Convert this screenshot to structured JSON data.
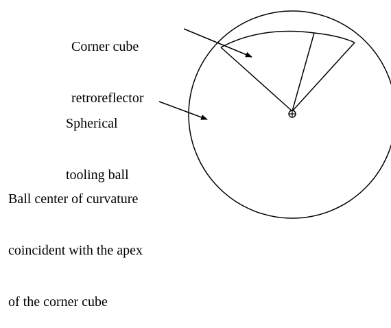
{
  "labels": {
    "corner_cube": [
      "Corner cube",
      "retroreflector"
    ],
    "tooling_ball": [
      "Spherical",
      "tooling ball"
    ],
    "ball_center": [
      "Ball center of curvature",
      "coincident with the apex",
      "of the corner cube"
    ]
  },
  "colors": {
    "ink": "#000000",
    "background": "#ffffff"
  }
}
